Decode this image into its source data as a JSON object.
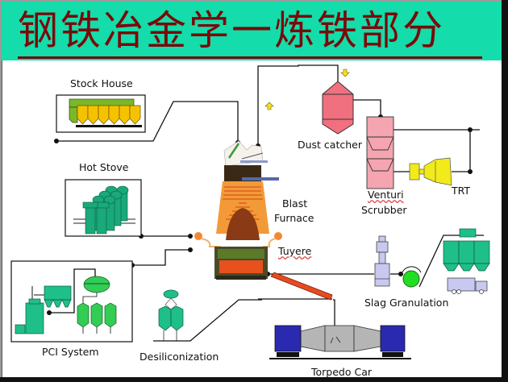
{
  "title": "钢铁冶金学一炼铁部分",
  "colors": {
    "header_bg": "#14dcaa",
    "title_text": "#7a0a0a",
    "stock_house_hopper": "#f6c200",
    "stock_house_bin": "#7ab829",
    "hot_stove": "#19a97a",
    "dust_catcher": "#f07080",
    "venturi_scrubber": "#f4a5b0",
    "trt": "#f2ea1a",
    "slag_silo": "#1fbf8a",
    "slag_granulator": "#c8c8f0",
    "granulation_drum": "#22dd22",
    "torpedo_car_end": "#2a2ab0",
    "torpedo_car_body": "#b5b5b5",
    "runner": "#e84a20",
    "arrow": "#f5e61a"
  },
  "labels": {
    "stock_house": "Stock House",
    "hot_stove": "Hot Stove",
    "blast_furnace_line1": "Blast",
    "blast_furnace_line2": "Furnace",
    "tuyere": "Tuyere",
    "dust_catcher": "Dust catcher",
    "venturi_line1": "Venturi",
    "venturi_line2": "Scrubber",
    "trt": "TRT",
    "slag_granulation": "Slag Granulation",
    "pci_system": "PCI System",
    "desiliconization": "Desiliconization",
    "torpedo_car": "Torpedo Car"
  },
  "icons": {
    "gas_flow_up": "arrow-up-icon",
    "gas_flow_down": "arrow-down-icon"
  }
}
